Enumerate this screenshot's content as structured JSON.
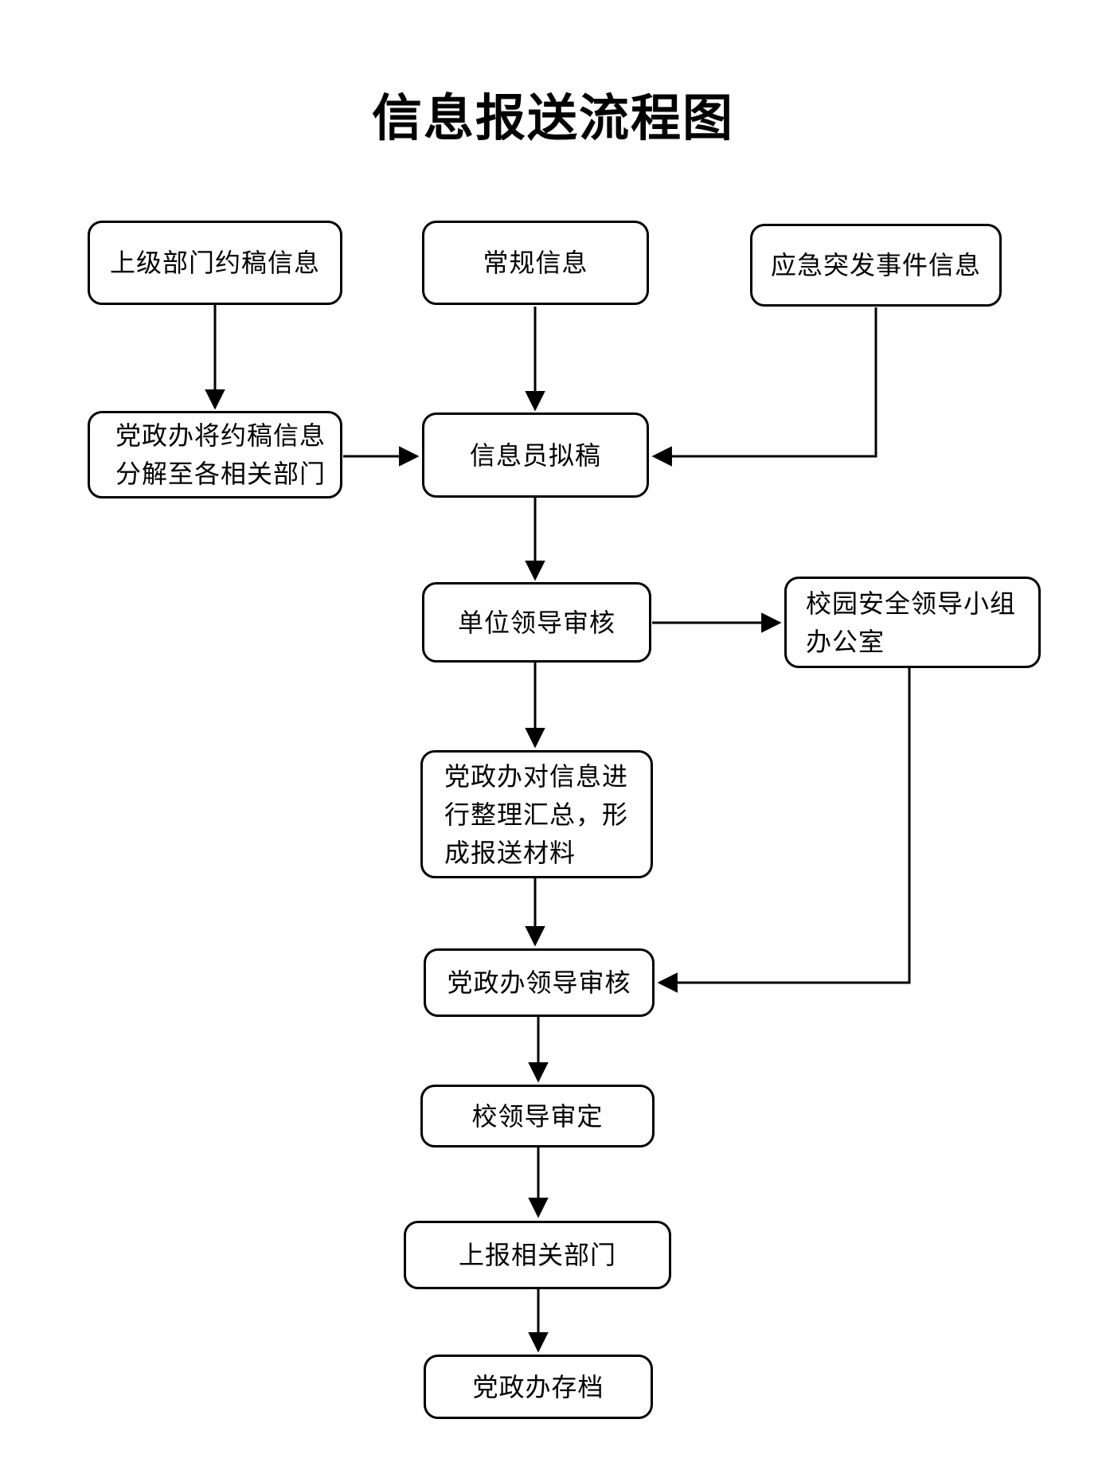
{
  "title": "信息报送流程图",
  "nodes": {
    "superior_request": "上级部门约稿信息",
    "regular": "常规信息",
    "emergency": "应急突发事件信息",
    "distribute": "党政办将约稿信息\n分解至各相关部门",
    "draft": "信息员拟稿",
    "unit_review": "单位领导审核",
    "safety_office": "校园安全领导小组\n办公室",
    "consolidate": "党政办对信息进\n行整理汇总，形\n成报送材料",
    "dzb_review": "党政办领导审核",
    "school_approval": "校领导审定",
    "report": "上报相关部门",
    "archive": "党政办存档"
  },
  "edges": [
    {
      "from": "superior_request",
      "to": "distribute"
    },
    {
      "from": "regular",
      "to": "draft"
    },
    {
      "from": "emergency",
      "to": "draft"
    },
    {
      "from": "distribute",
      "to": "draft"
    },
    {
      "from": "draft",
      "to": "unit_review"
    },
    {
      "from": "unit_review",
      "to": "safety_office"
    },
    {
      "from": "unit_review",
      "to": "consolidate"
    },
    {
      "from": "consolidate",
      "to": "dzb_review"
    },
    {
      "from": "safety_office",
      "to": "dzb_review"
    },
    {
      "from": "dzb_review",
      "to": "school_approval"
    },
    {
      "from": "school_approval",
      "to": "report"
    },
    {
      "from": "report",
      "to": "archive"
    }
  ],
  "colors": {
    "line": "#000000",
    "box_border": "#000000",
    "text": "#000000",
    "background": "#ffffff"
  }
}
